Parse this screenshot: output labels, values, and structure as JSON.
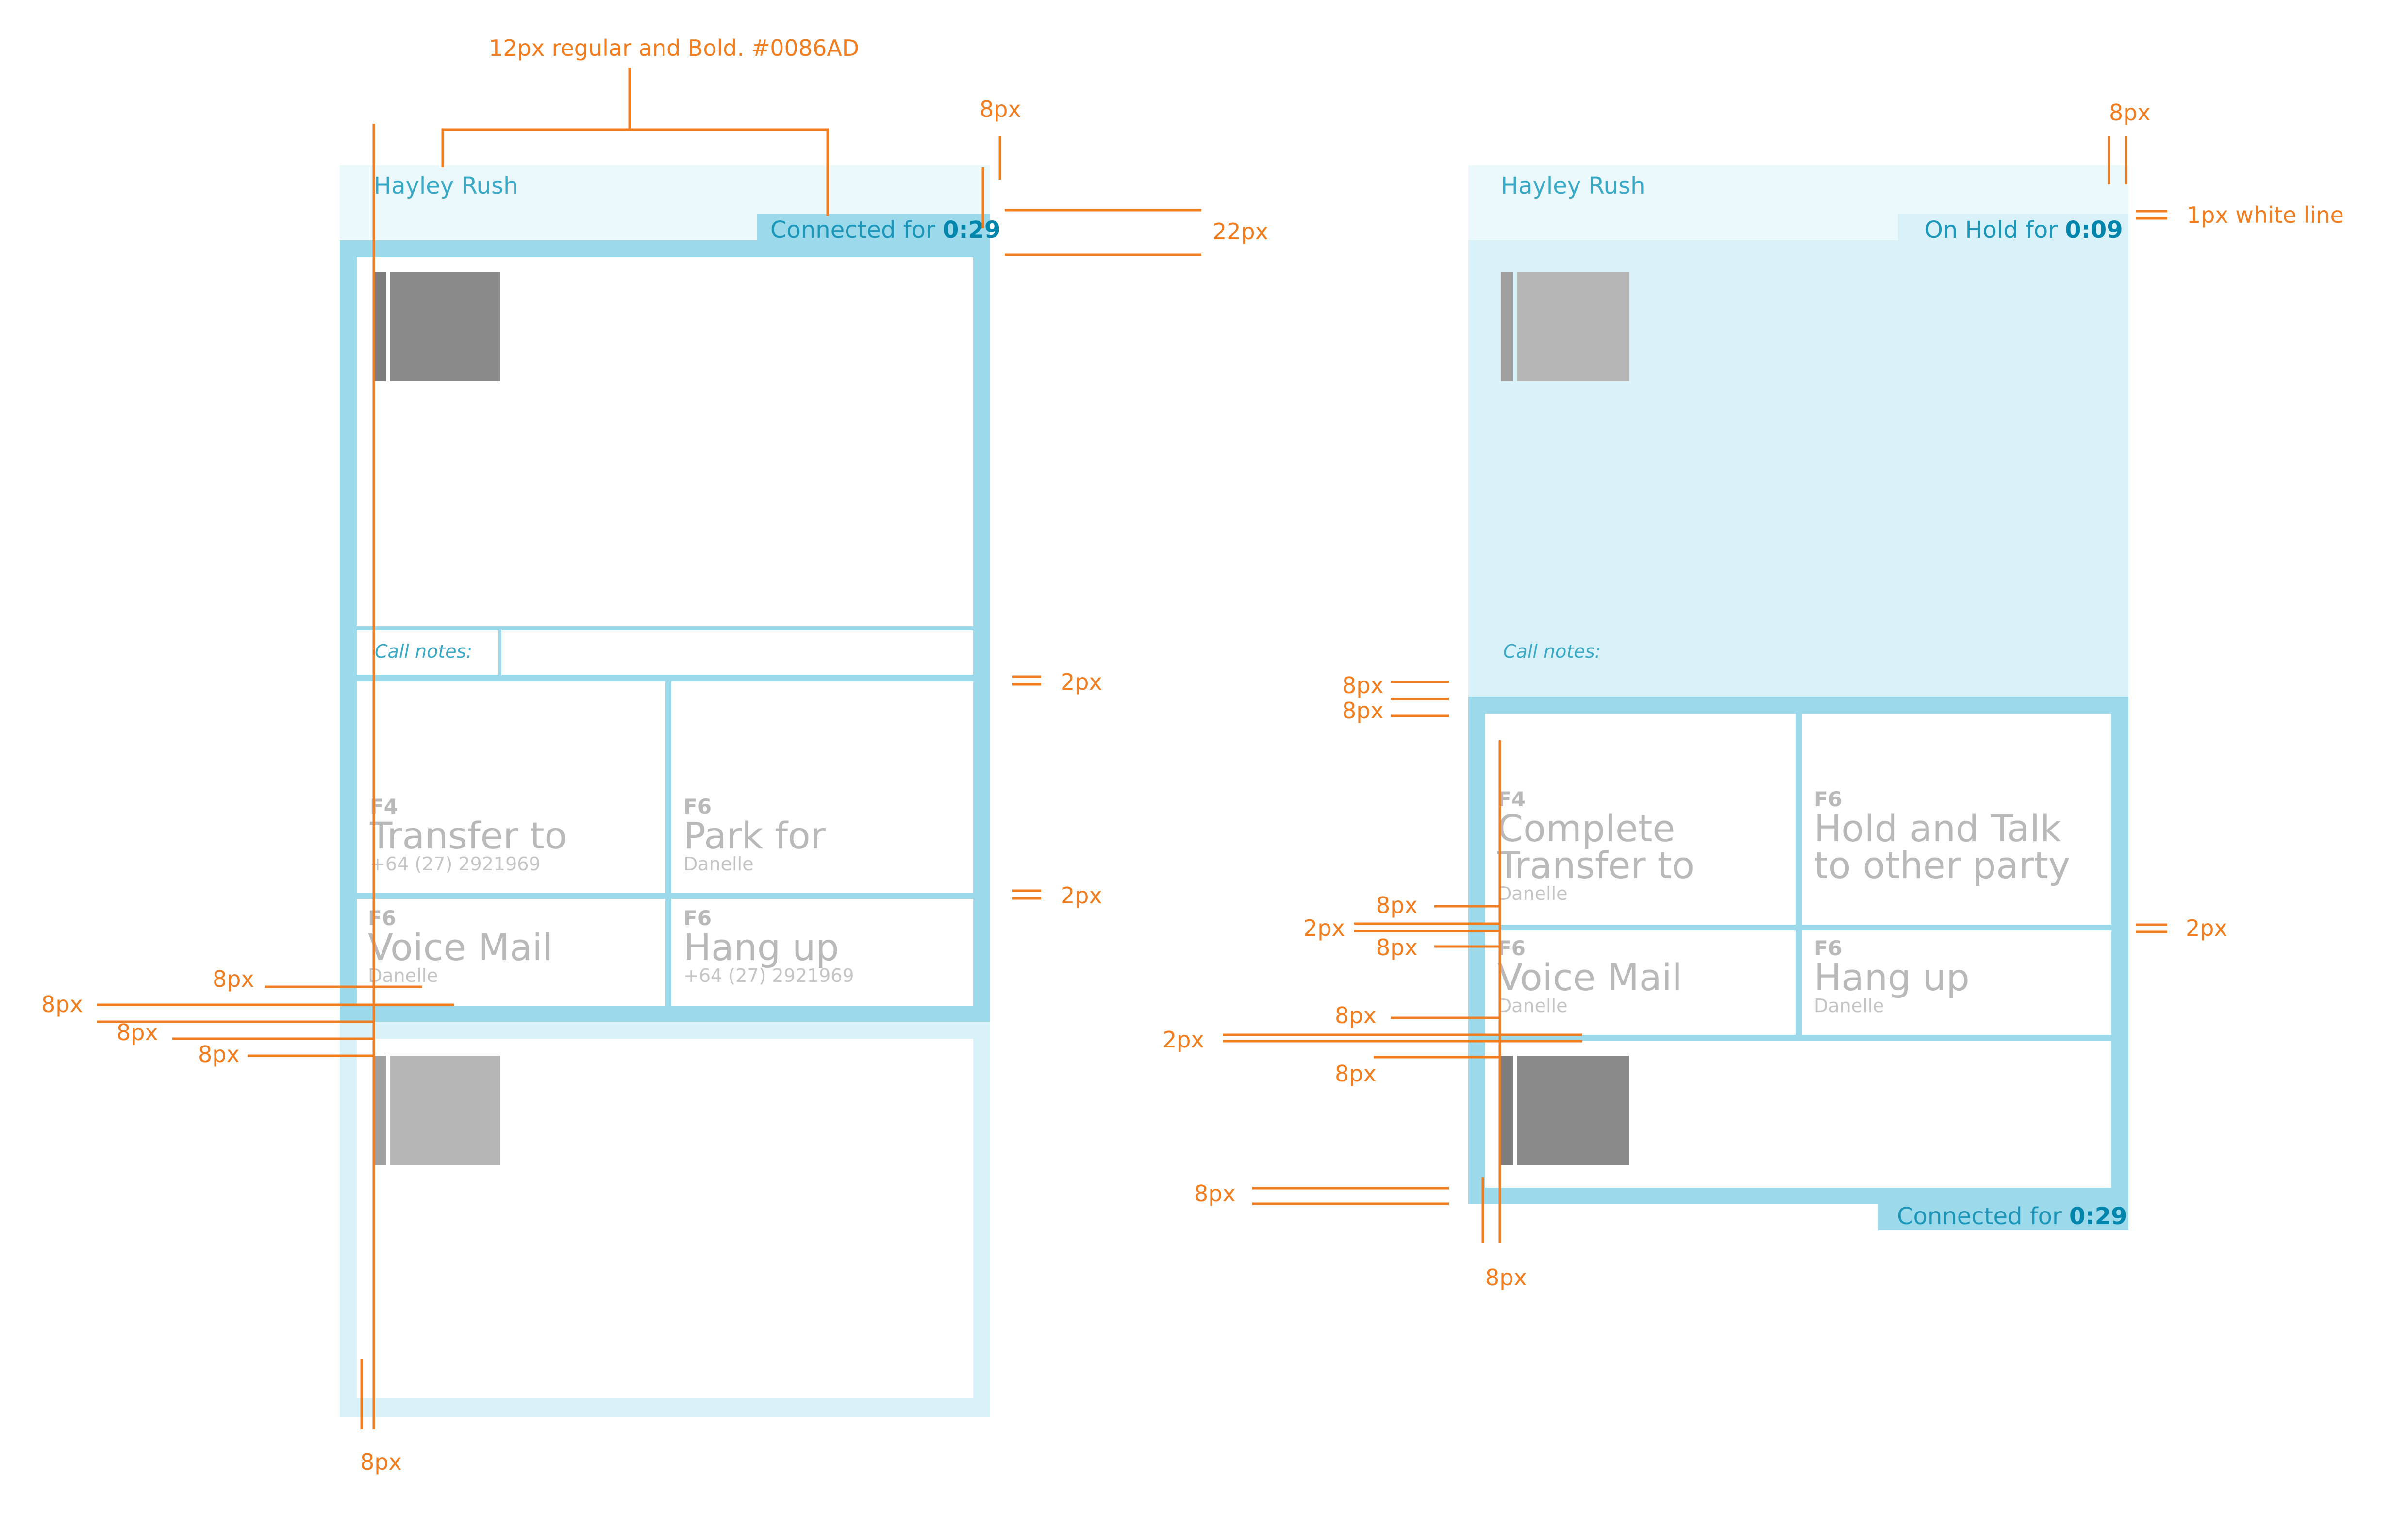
{
  "colors": {
    "accent": "#0086AD",
    "annotation": "#F07D1F",
    "frame": "#9BD9EB",
    "header": "#EBF8FC",
    "hold_fill": "#D9F1F8"
  },
  "left_panel": {
    "caller_name": "Hayley Rush",
    "status_prefix": "Connected for ",
    "status_time": "0:29",
    "call_notes_label": "Call notes:",
    "actions": [
      {
        "key": "F4",
        "label": "Transfer to",
        "sub": "+64 (27) 2921969"
      },
      {
        "key": "F6",
        "label": "Park for",
        "sub": "Danelle"
      },
      {
        "key": "F6",
        "label": "Voice Mail",
        "sub": "Danelle"
      },
      {
        "key": "F6",
        "label": "Hang up",
        "sub": "+64 (27) 2921969"
      }
    ]
  },
  "right_panel": {
    "caller_name": "Hayley Rush",
    "hold_prefix": "On Hold for ",
    "hold_time": "0:09",
    "call_notes_label": "Call notes:",
    "actions": [
      {
        "key": "F4",
        "label1": "Complete",
        "label2": "Transfer to",
        "sub": "Danelle"
      },
      {
        "key": "F6",
        "label1": "Hold and Talk",
        "label2": "to other party",
        "sub": ""
      },
      {
        "key": "F6",
        "label": "Voice Mail",
        "sub": "Danelle"
      },
      {
        "key": "F6",
        "label": "Hang up",
        "sub": "Danelle"
      }
    ],
    "bottom_status_prefix": "Connected for ",
    "bottom_status_time": "0:29"
  },
  "annotations": {
    "font_spec": "12px regular and Bold. #0086AD",
    "px8": "8px",
    "px22": "22px",
    "px2": "2px",
    "white_line": "1px white line"
  }
}
